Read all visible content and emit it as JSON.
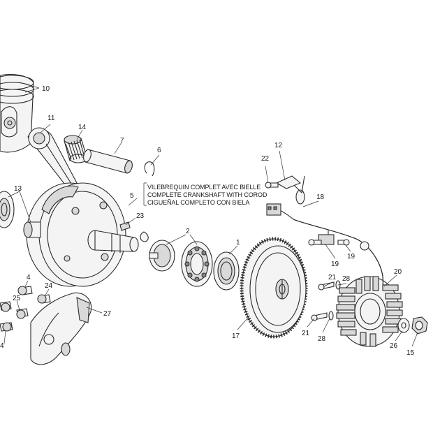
{
  "callouts": [
    {
      "id": "c10",
      "text": "10"
    },
    {
      "id": "c11",
      "text": "11"
    },
    {
      "id": "c14",
      "text": "14"
    },
    {
      "id": "c7",
      "text": "7"
    },
    {
      "id": "c6",
      "text": "6"
    },
    {
      "id": "c5",
      "text": "5"
    },
    {
      "id": "c13",
      "text": "13"
    },
    {
      "id": "c23",
      "text": "23"
    },
    {
      "id": "c2",
      "text": "2"
    },
    {
      "id": "c1",
      "text": "1"
    },
    {
      "id": "c4a",
      "text": "4"
    },
    {
      "id": "c24",
      "text": "24"
    },
    {
      "id": "c25",
      "text": "25"
    },
    {
      "id": "c4b",
      "text": "4"
    },
    {
      "id": "c27",
      "text": "27"
    },
    {
      "id": "c22",
      "text": "22"
    },
    {
      "id": "c12",
      "text": "12"
    },
    {
      "id": "c18",
      "text": "18"
    },
    {
      "id": "c19a",
      "text": "19"
    },
    {
      "id": "c19b",
      "text": "19"
    },
    {
      "id": "c17",
      "text": "17"
    },
    {
      "id": "c21a",
      "text": "21"
    },
    {
      "id": "c28a",
      "text": "28"
    },
    {
      "id": "c20",
      "text": "20"
    },
    {
      "id": "c21b",
      "text": "21"
    },
    {
      "id": "c28b",
      "text": "28"
    },
    {
      "id": "c26",
      "text": "26"
    },
    {
      "id": "c15",
      "text": "15"
    }
  ],
  "crankshaft_caption": {
    "line1": "VILEBREQUIN COMPLET AVEC BIELLE",
    "line2": "COMPLETE CRANKSHAFT WITH COROD",
    "line3": "CIGUEÑAL COMPLETO CON BIELA"
  }
}
